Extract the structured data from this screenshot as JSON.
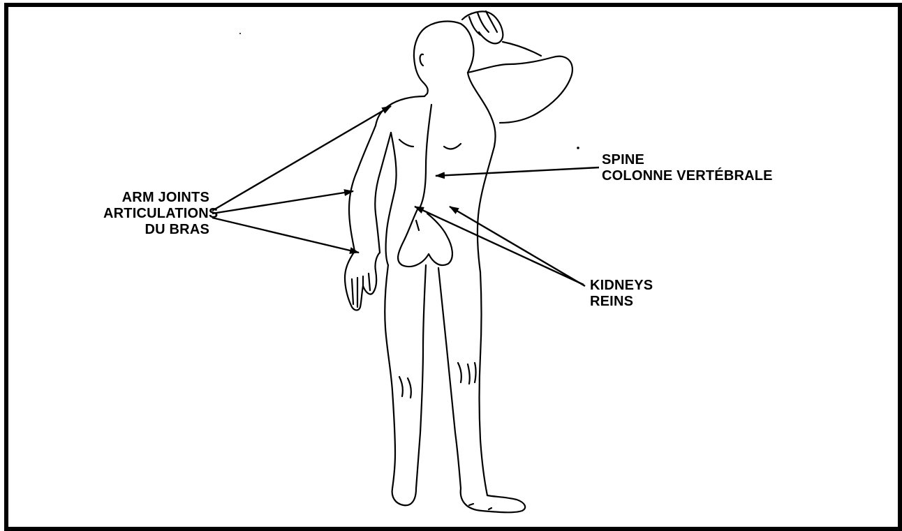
{
  "labels": {
    "arm_joints": {
      "line1": "ARM JOINTS",
      "line2": "ARTICULATIONS",
      "line3": "DU BRAS"
    },
    "spine": {
      "line1": "SPINE",
      "line2": "COLONNE VERTÉBRALE"
    },
    "kidneys": {
      "line1": "KIDNEYS",
      "line2": "REINS"
    }
  },
  "colors": {
    "ink": "#000000",
    "background": "#ffffff"
  }
}
